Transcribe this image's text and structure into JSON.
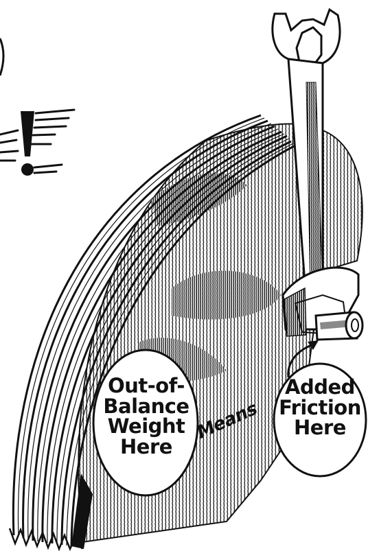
{
  "labels": {
    "left_lines": [
      "Out-of-",
      "Balance",
      "Weight",
      "Here"
    ],
    "middle": "Means",
    "right_lines": [
      "Added",
      "Friction",
      "Here"
    ]
  },
  "icons": {
    "wheel": "flywheel-sector",
    "tool": "wrench-icon",
    "shaft": "shaft-stub",
    "mark": "exclamation-icon"
  },
  "colors": {
    "ink": "#111111",
    "paper": "#ffffff",
    "shade": "#8a8a8a"
  }
}
